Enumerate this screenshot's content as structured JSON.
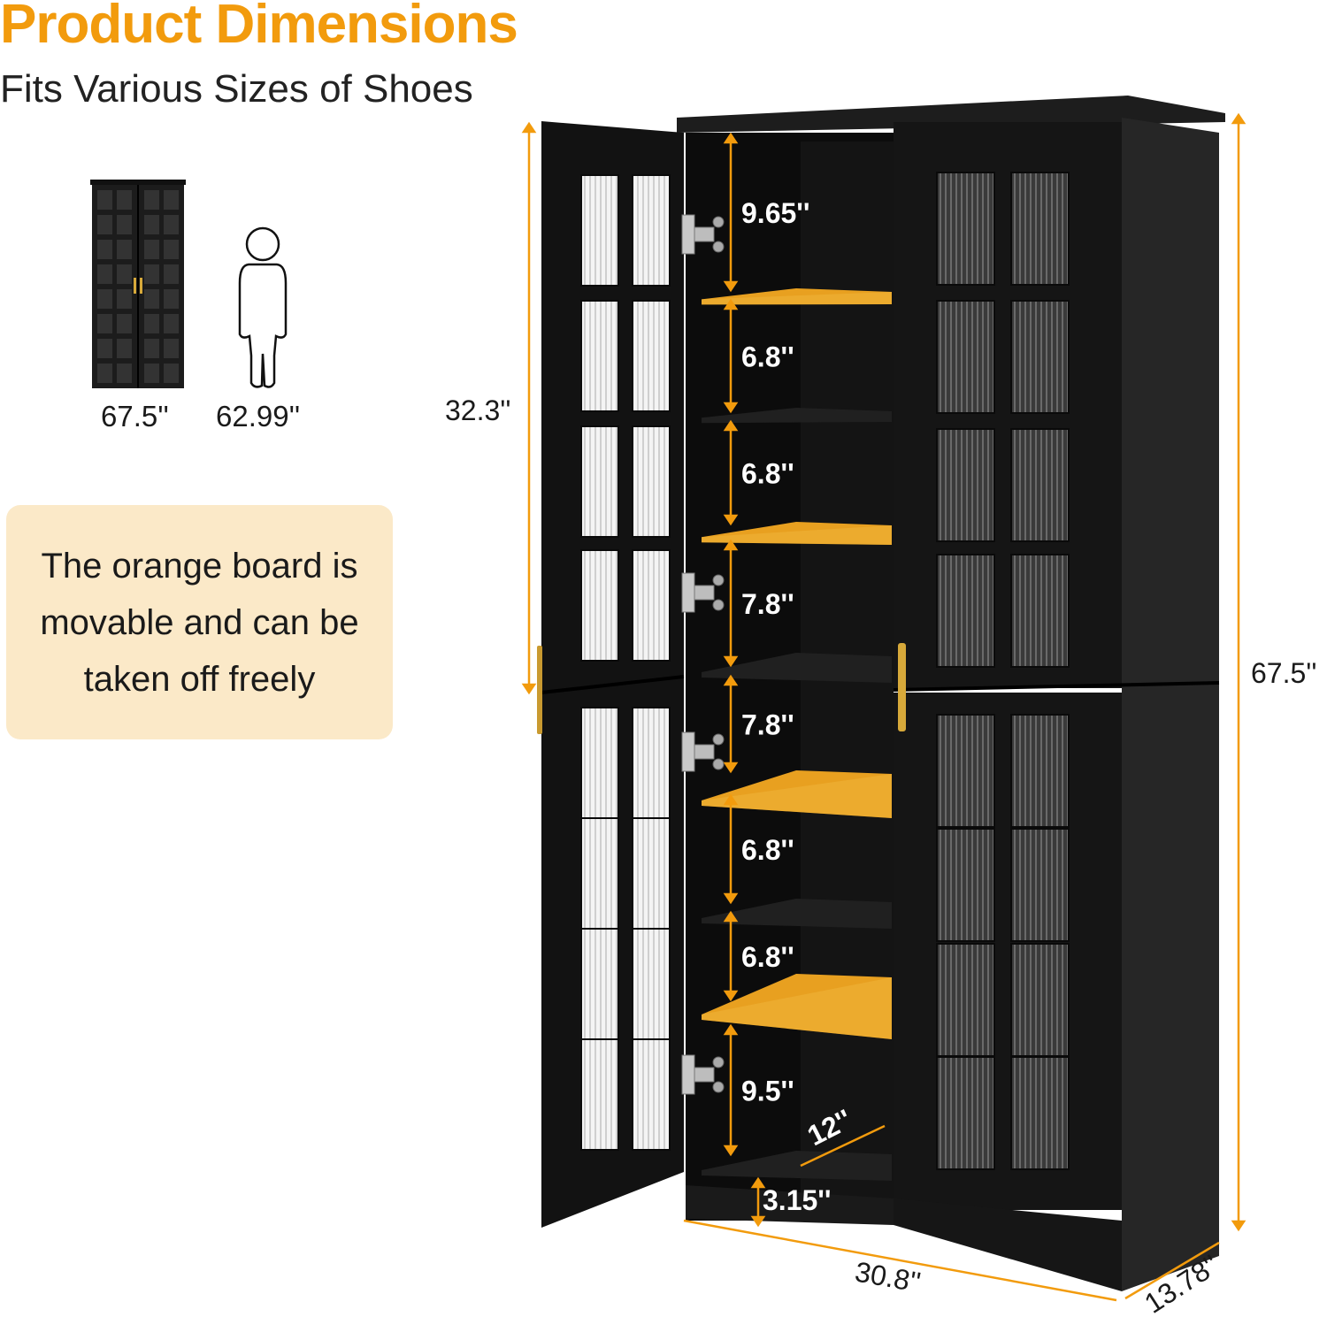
{
  "header": {
    "title": "Product Dimensions",
    "subtitle": "Fits Various Sizes of Shoes"
  },
  "comparison": {
    "cabinet_height": "67.5''",
    "person_height": "62.99''",
    "cabinet_icon": "cabinet-thumbnail-icon",
    "person_icon": "person-outline-icon"
  },
  "note": {
    "text": "The orange board is movable and can be taken off freely"
  },
  "dimensions": {
    "door_height": "32.3''",
    "total_height": "67.5''",
    "width": "30.8''",
    "depth": "13.78''",
    "shelf_depth": "12''",
    "base_height": "3.15''",
    "shelf_gaps": [
      "9.65''",
      "6.8''",
      "6.8''",
      "7.8''",
      "7.8''",
      "6.8''",
      "6.8''",
      "9.5''"
    ]
  },
  "colors": {
    "accent": "#f29b0d",
    "cabinet": "#161616",
    "movable_board": "#e8a020",
    "note_bg": "#fbe9c8"
  }
}
